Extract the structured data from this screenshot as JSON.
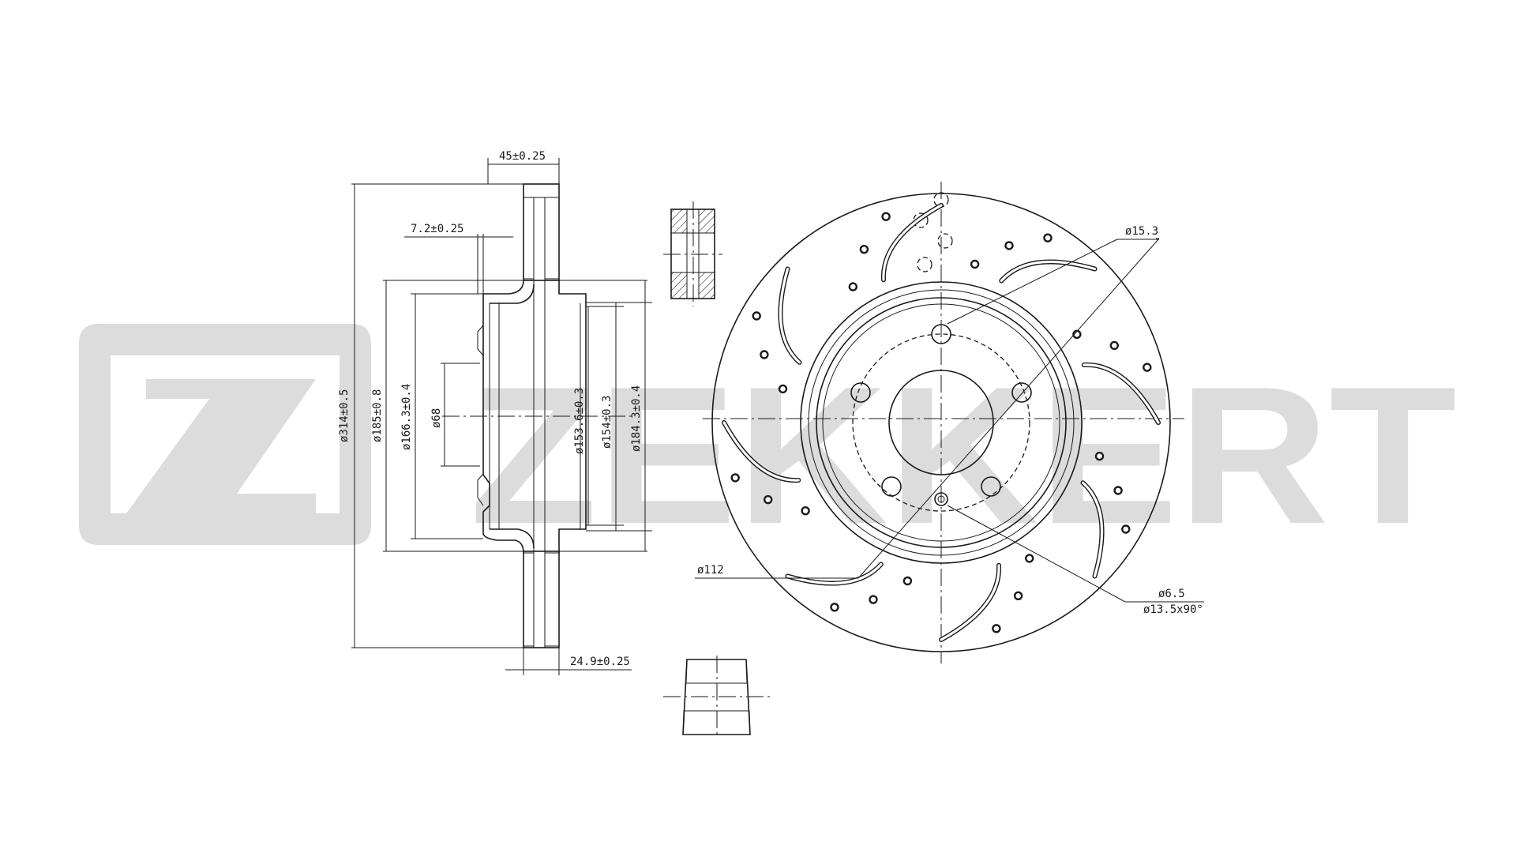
{
  "watermark": {
    "brand": "ZEKKERT",
    "color": "#dcdcdc"
  },
  "side_view": {
    "thickness_total": "45±0.25",
    "hat_wall": "7.2±0.25",
    "disc_thickness": "24.9±0.25",
    "diameters": {
      "outer": "ø314±0.5",
      "d185": "ø185±0.8",
      "d166": "ø166.3±0.4",
      "bore": "ø68",
      "d153": "ø153.6±0.3",
      "d154": "ø154±0.3",
      "d184": "ø184.3±0.4"
    }
  },
  "front_view": {
    "hole": "ø15.3",
    "pcd": "ø112",
    "small_hole": "ø6.5",
    "chamfer": "ø13.5x90°"
  },
  "colors": {
    "line": "#1a1a1a",
    "watermark": "#dcdcdc"
  }
}
